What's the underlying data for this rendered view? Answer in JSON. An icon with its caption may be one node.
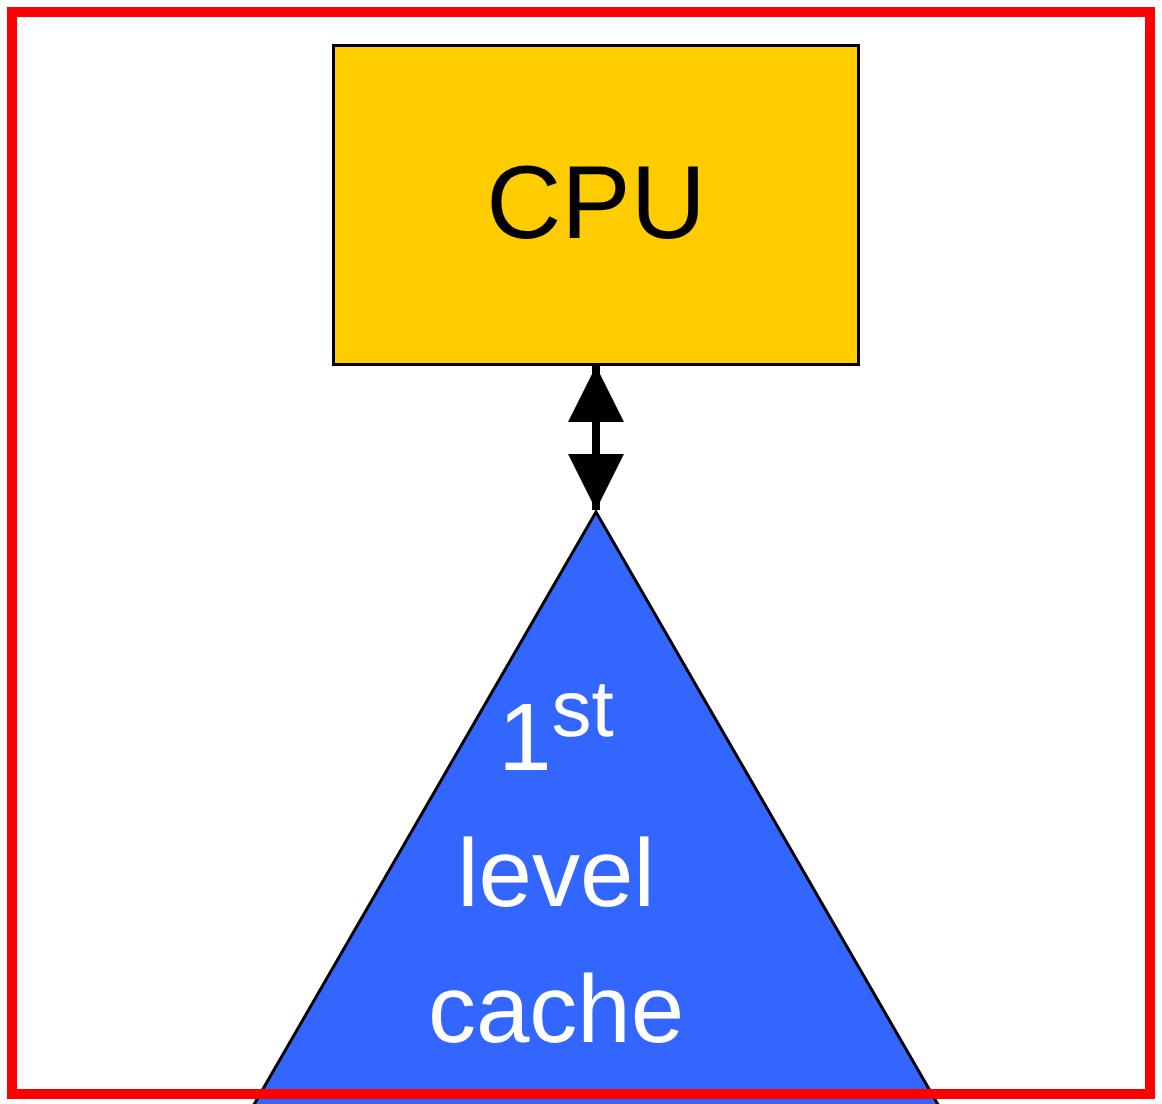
{
  "diagram": {
    "nodes": [
      {
        "text": [
          "CPU"
        ]
      },
      {
        "text": [
          "1$^{st}$ level cache"
        ]
      }
    ],
    "edges": [
      {
        "from": 0,
        "to": 1,
        "arrow": "both"
      }
    ]
  }
}
